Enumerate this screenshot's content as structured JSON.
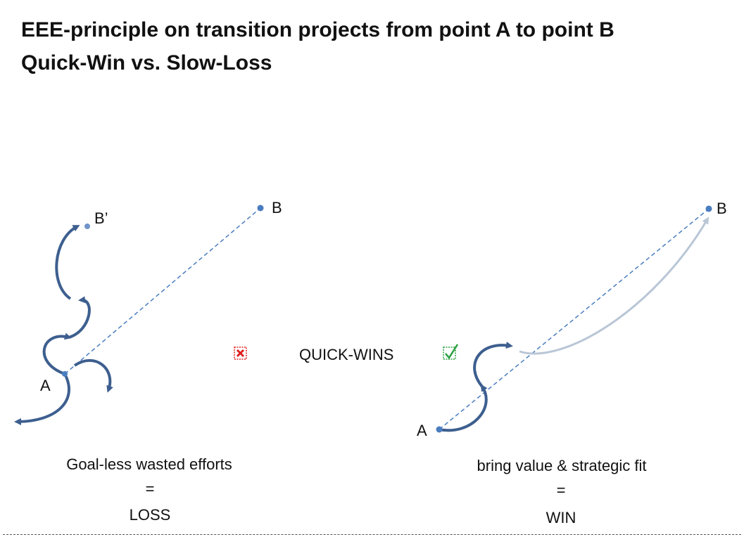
{
  "title": {
    "line1": "EEE-principle on transition projects from point A to point B",
    "line2": "Quick-Win vs. Slow-Loss"
  },
  "left_panel": {
    "point_a": "A",
    "point_b": "B",
    "point_b_prime": "B’",
    "caption_line1": "Goal-less wasted efforts",
    "caption_eq": "=",
    "caption_line3": "LOSS"
  },
  "middle": {
    "label": "QUICK-WINS",
    "cross_icon": "cross-box-icon",
    "check_icon": "check-box-icon"
  },
  "right_panel": {
    "point_a": "A",
    "point_b": "B",
    "caption_line1": "bring value & strategic fit",
    "caption_eq": "=",
    "caption_line3": "WIN"
  },
  "colors": {
    "arrow": "#3d5f8f",
    "dashed_line": "#4a7dc0",
    "point": "#4a7dc0",
    "cross": "#e02020",
    "check": "#2aa040",
    "faint_arc": "#b9c6d6"
  }
}
